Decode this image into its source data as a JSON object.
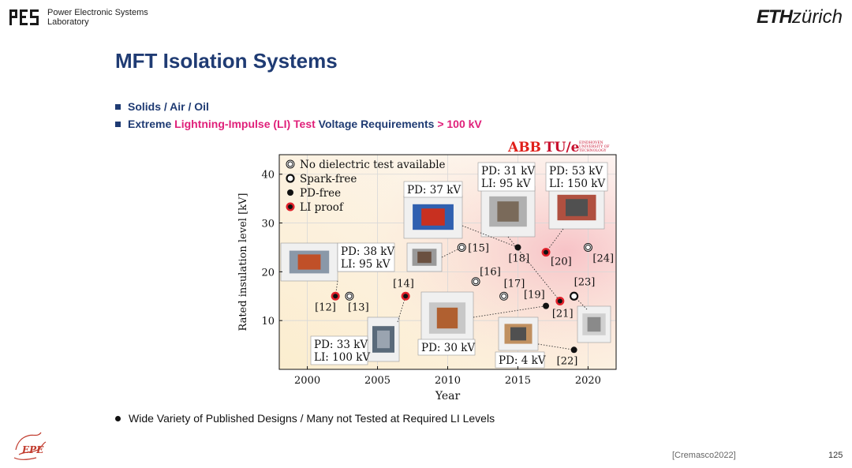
{
  "header": {
    "lab_logo_text": "PES",
    "lab_line1": "Power Electronic Systems",
    "lab_line2": "Laboratory",
    "eth_bold": "ETH",
    "eth_light": "zürich"
  },
  "slide": {
    "title": "MFT Isolation Systems",
    "bullet1": "Solids / Air / Oil",
    "bullet2_a": "Extreme ",
    "bullet2_b": "Lightning-Impulse (LI) Test",
    "bullet2_c": " Voltage Requirements ",
    "bullet2_d": "> 100 kV",
    "bottom_bullet": "Wide Variety of Published Designs / Many not Tested at Required LI Levels",
    "citation": "[Cremasco2022]",
    "page_number": "125",
    "epe_logo_text": "EPE"
  },
  "colors": {
    "brand_blue": "#1f3b73",
    "accent_pink": "#e0207a",
    "li_red": "#e0202a"
  },
  "chart_data": {
    "type": "scatter",
    "xlabel": "Year",
    "ylabel": "Rated insulation level [kV]",
    "xlim": [
      1998,
      2022
    ],
    "ylim": [
      0,
      44
    ],
    "xticks": [
      2000,
      2005,
      2010,
      2015,
      2020
    ],
    "yticks": [
      10,
      20,
      30,
      40
    ],
    "grid": true,
    "legend_position": "top-left",
    "logos": [
      "ABB",
      "TU/e",
      "EINDHOVEN",
      "UNIVERSITY OF",
      "TECHNOLOGY"
    ],
    "legend": [
      {
        "key": "no_test",
        "label": "No dielectric test available"
      },
      {
        "key": "spark_free",
        "label": "Spark-free"
      },
      {
        "key": "pd_free",
        "label": "PD-free"
      },
      {
        "key": "li_proof",
        "label": "LI proof"
      }
    ],
    "points": [
      {
        "ref": "[12]",
        "x": 2002,
        "y": 15,
        "cat": "li_proof"
      },
      {
        "ref": "[13]",
        "x": 2003,
        "y": 15,
        "cat": "no_test"
      },
      {
        "ref": "[14]",
        "x": 2007,
        "y": 15,
        "cat": "li_proof"
      },
      {
        "ref": "[15]",
        "x": 2011,
        "y": 25,
        "cat": "no_test"
      },
      {
        "ref": "[16]",
        "x": 2012,
        "y": 18,
        "cat": "no_test"
      },
      {
        "ref": "[17]",
        "x": 2014,
        "y": 15,
        "cat": "no_test"
      },
      {
        "ref": "[18]",
        "x": 2015,
        "y": 25,
        "cat": "pd_free"
      },
      {
        "ref": "[19]",
        "x": 2017,
        "y": 13,
        "cat": "pd_free"
      },
      {
        "ref": "[20]",
        "x": 2017,
        "y": 24,
        "cat": "li_proof"
      },
      {
        "ref": "[21]",
        "x": 2018,
        "y": 14,
        "cat": "li_proof"
      },
      {
        "ref": "[22]",
        "x": 2019,
        "y": 4,
        "cat": "pd_free"
      },
      {
        "ref": "[23]",
        "x": 2019,
        "y": 15,
        "cat": "spark_free"
      },
      {
        "ref": "[24]",
        "x": 2020,
        "y": 25,
        "cat": "no_test"
      }
    ],
    "annotations": [
      {
        "line1": "PD: 38 kV",
        "line2": "LI: 95 kV"
      },
      {
        "line1": "PD: 37 kV",
        "line2": ""
      },
      {
        "line1": "PD: 31 kV",
        "line2": "LI: 95 kV"
      },
      {
        "line1": "PD: 53 kV",
        "line2": "LI: 150 kV"
      },
      {
        "line1": "PD: 33 kV",
        "line2": "LI: 100 kV"
      },
      {
        "line1": "PD: 30 kV",
        "line2": ""
      },
      {
        "line1": "PD: 4 kV",
        "line2": ""
      }
    ]
  }
}
